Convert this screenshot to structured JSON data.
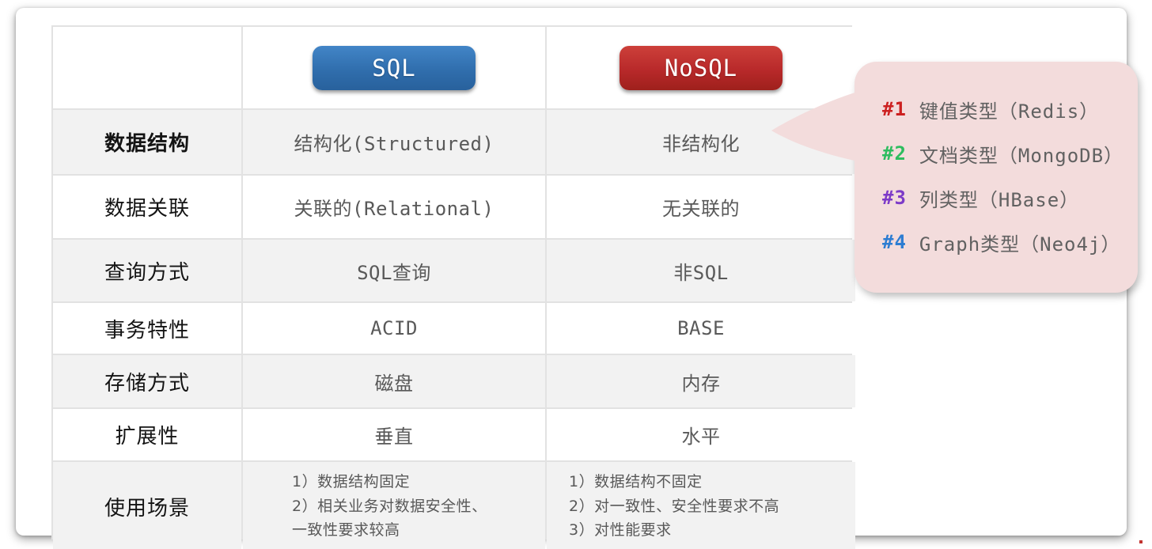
{
  "table": {
    "header": {
      "sql": "SQL",
      "nosql": "NoSQL"
    },
    "rows": [
      {
        "label": "数据结构",
        "sql": "结构化(Structured)",
        "nosql": "非结构化"
      },
      {
        "label": "数据关联",
        "sql": "关联的(Relational)",
        "nosql": "无关联的"
      },
      {
        "label": "查询方式",
        "sql": "SQL查询",
        "nosql": "非SQL"
      },
      {
        "label": "事务特性",
        "sql": "ACID",
        "nosql": "BASE"
      },
      {
        "label": "存储方式",
        "sql": "磁盘",
        "nosql": "内存"
      },
      {
        "label": "扩展性",
        "sql": "垂直",
        "nosql": "水平"
      },
      {
        "label": "使用场景",
        "sql_lines": [
          "1）数据结构固定",
          "2）相关业务对数据安全性、",
          "一致性要求较高"
        ],
        "nosql_lines": [
          "1）数据结构不固定",
          "2）对一致性、安全性要求不高",
          "3）对性能要求"
        ]
      }
    ]
  },
  "callout": {
    "items": [
      {
        "tag": "#1",
        "color": "#cc2020",
        "text": "键值类型（Redis）"
      },
      {
        "tag": "#2",
        "color": "#2ebd5f",
        "text": "文档类型（MongoDB）"
      },
      {
        "tag": "#3",
        "color": "#7d3bc8",
        "text": "列类型（HBase）"
      },
      {
        "tag": "#4",
        "color": "#2d7dd2",
        "text": "Graph类型（Neo4j）"
      }
    ]
  },
  "colors": {
    "sql_button": "#306ead",
    "nosql_button": "#b8292a",
    "bubble": "#f3dcdc",
    "row_stripe": "#f2f2f2",
    "cell_text": "#595959",
    "grid_border": "#e2e2e2"
  }
}
